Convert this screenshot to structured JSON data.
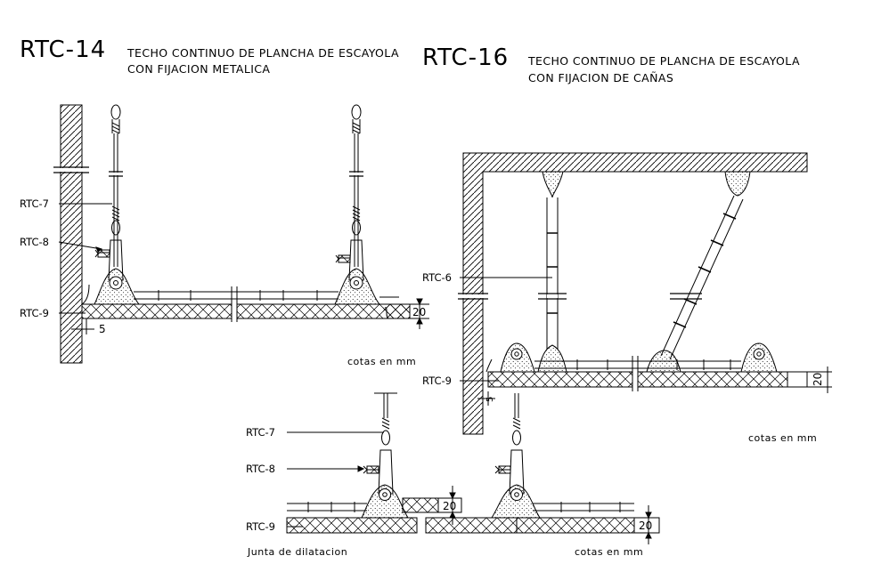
{
  "rtc14": {
    "code": "RTC-14",
    "title_line1": "TECHO CONTINUO DE PLANCHA DE ESCAYOLA",
    "title_line2": "CON FIJACION METALICA",
    "labels": {
      "rtc7": "RTC-7",
      "rtc8": "RTC-8",
      "rtc9": "RTC-9"
    },
    "dim_thickness": "20",
    "dim_gap": "5",
    "units_note": "cotas en mm"
  },
  "rtc16": {
    "code": "RTC-16",
    "title_line1": "TECHO CONTINUO DE PLANCHA DE ESCAYOLA",
    "title_line2": "CON FIJACION DE CAÑAS",
    "labels": {
      "rtc6": "RTC-6",
      "rtc9": "RTC-9"
    },
    "dim_thickness": "20",
    "dim_gap": "5",
    "units_note": "cotas en mm"
  },
  "joint": {
    "labels": {
      "rtc7": "RTC-7",
      "rtc8": "RTC-8",
      "rtc9": "RTC-9"
    },
    "dim_step": "20",
    "dim_thickness": "20",
    "caption": "Junta de dilatacion",
    "units_note": "cotas en mm"
  }
}
